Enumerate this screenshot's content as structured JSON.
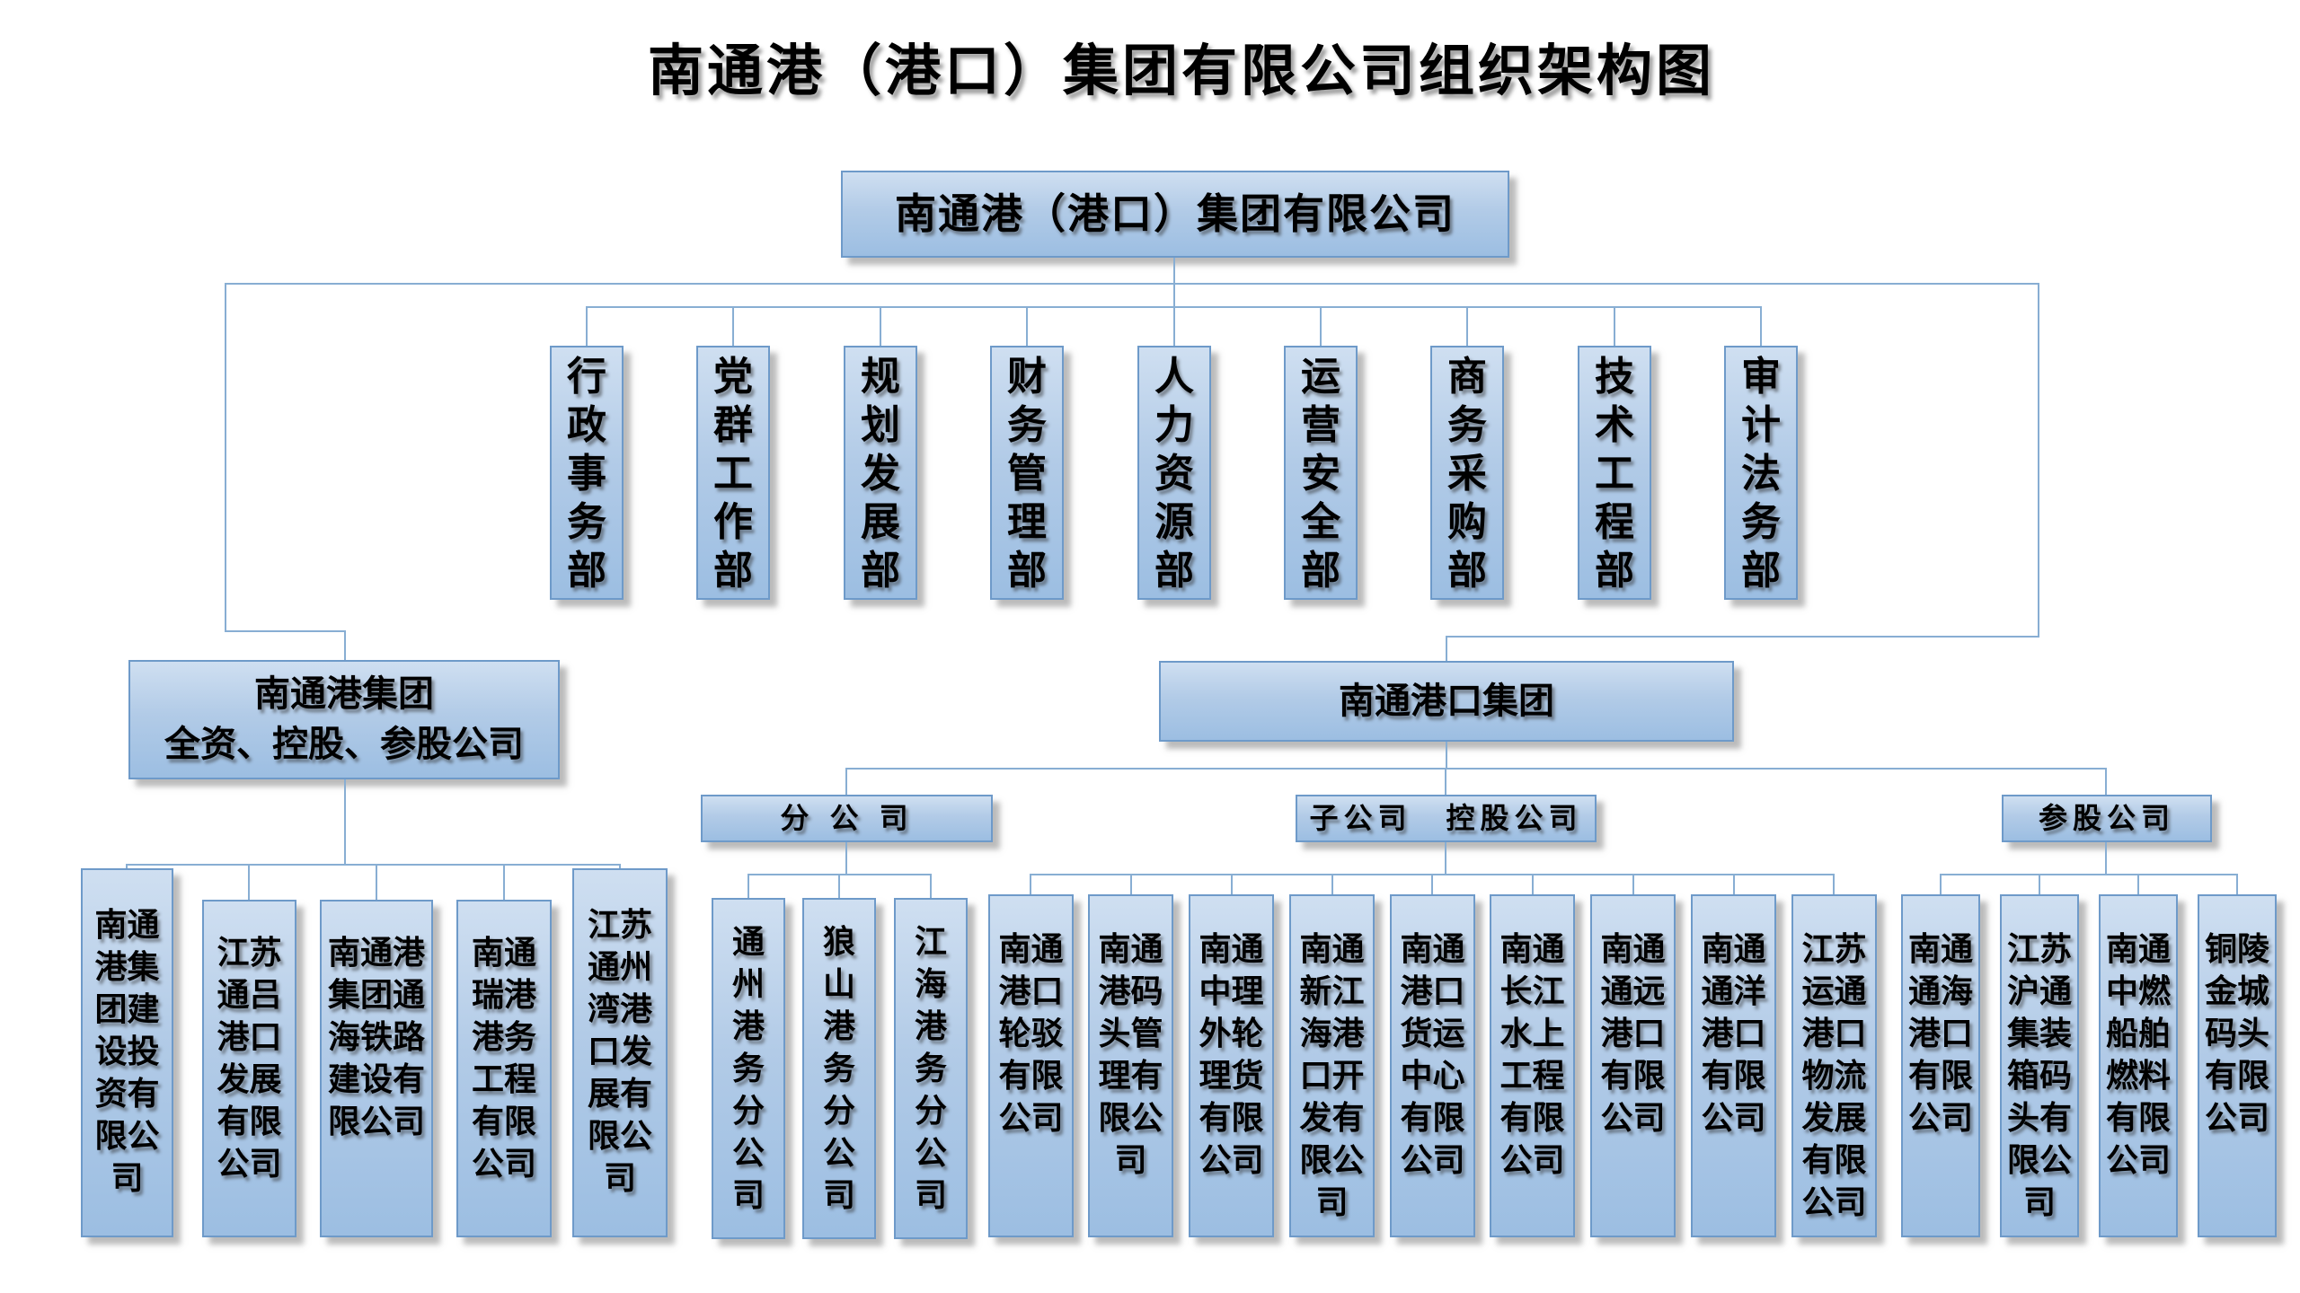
{
  "title": "南通港（港口）集团有限公司组织架构图",
  "root": {
    "label": "南通港（港口）集团有限公司"
  },
  "departments": [
    "行\n政\n事\n务\n部",
    "党\n群\n工\n作\n部",
    "规\n划\n发\n展\n部",
    "财\n务\n管\n理\n部",
    "人\n力\n资\n源\n部",
    "运\n营\n安\n全\n部",
    "商\n务\n采\n购\n部",
    "技\n术\n工\n程\n部",
    "审\n计\n法\n务\n部"
  ],
  "left_group": {
    "title_line1": "南通港集团",
    "title_line2": "全资、控股、参股公司",
    "companies": [
      "南通\n港集\n团建\n设投\n资有\n限公\n司",
      "江苏\n通吕\n港口\n发展\n有限\n公司",
      "南通港\n集团通\n海铁路\n建设有\n限公司",
      "南通\n瑞港\n港务\n工程\n有限\n公司",
      "江苏\n通州\n湾港\n口发\n展有\n限公\n司"
    ]
  },
  "right_group": {
    "label": "南通港口集团",
    "categories": [
      {
        "label": "分 公 司",
        "companies": [
          "通\n州\n港\n务\n分\n公\n司",
          "狼\n山\n港\n务\n分\n公\n司",
          "江\n海\n港\n务\n分\n公\n司"
        ]
      },
      {
        "label": "子公司　控股公司",
        "companies": [
          "南通\n港口\n轮驳\n有限\n公司",
          "南通\n港码\n头管\n理有\n限公\n司",
          "南通\n中理\n外轮\n理货\n有限\n公司",
          "南通\n新江\n海港\n口开\n发有\n限公\n司",
          "南通\n港口\n货运\n中心\n有限\n公司",
          "南通\n长江\n水上\n工程\n有限\n公司",
          "南通\n通远\n港口\n有限\n公司",
          "南通\n通洋\n港口\n有限\n公司",
          "江苏\n运通\n港口\n物流\n发展\n有限\n公司"
        ]
      },
      {
        "label": "参股公司",
        "companies": [
          "南通\n通海\n港口\n有限\n公司",
          "江苏\n沪通\n集装\n箱码\n头有\n限公\n司",
          "南通\n中燃\n船舶\n燃料\n有限\n公司",
          "铜陵\n金城\n码头\n有限\n公司"
        ]
      }
    ]
  },
  "colors": {
    "background": "#ffffff",
    "box_fill_top": "#cfdff1",
    "box_fill_bottom": "#9cbee2",
    "box_border": "#6e9ac9",
    "connector": "#88aed3",
    "text": "#000000"
  }
}
